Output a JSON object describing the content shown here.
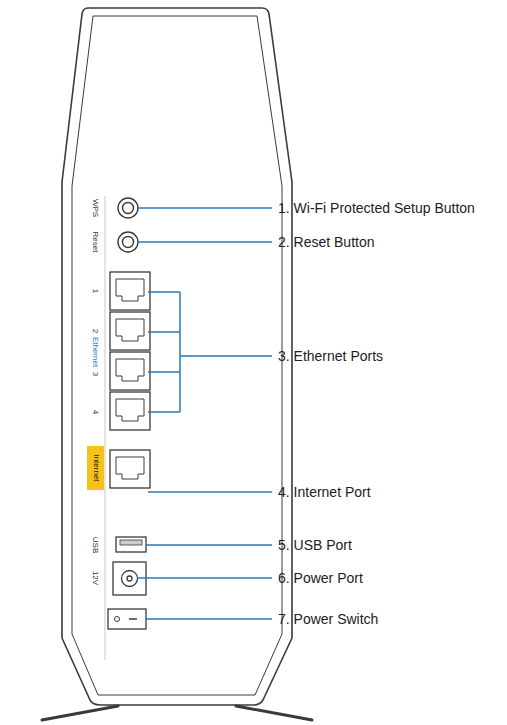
{
  "diagram": {
    "labels": [
      "WPS",
      "Reset",
      "1",
      "2",
      "Ethernet",
      "3",
      "4",
      "Internet",
      "USB",
      "12V",
      "1. Wi-Fi Protected Setup Button",
      "2. Reset Button",
      "3. Ethernet Ports",
      "4. Internet Port",
      "5. USB Port",
      "6. Power Port",
      "7. Power Switch"
    ]
  }
}
